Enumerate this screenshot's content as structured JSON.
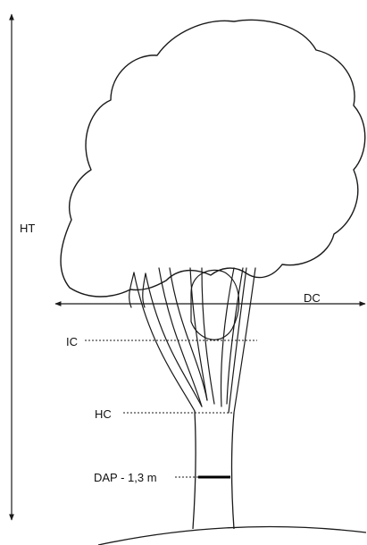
{
  "labels": {
    "ht": "HT",
    "dc": "DC",
    "ic": "IC",
    "hc": "HC",
    "dap": "DAP - 1,3 m"
  },
  "colors": {
    "ink": "#1a1a1a",
    "background": "#ffffff"
  }
}
